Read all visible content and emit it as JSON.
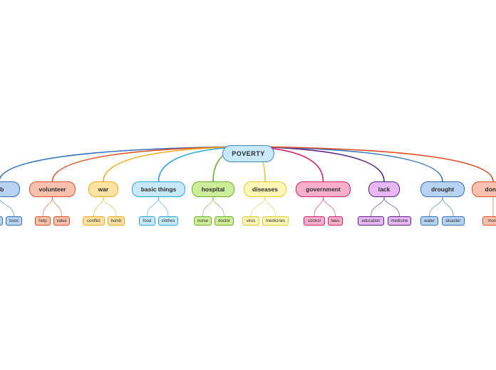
{
  "root": {
    "label": "POVERTY"
  },
  "branches": [
    {
      "label": "job",
      "color": "#2f6fbe",
      "fill": "#b8d2f3",
      "children": [
        {
          "label": ""
        },
        {
          "label": "boss"
        }
      ]
    },
    {
      "label": "volunteer",
      "color": "#e04e22",
      "fill": "#f8c1ae",
      "children": [
        {
          "label": "help"
        },
        {
          "label": "value"
        }
      ]
    },
    {
      "label": "war",
      "color": "#f0a919",
      "fill": "#fde2a3",
      "children": [
        {
          "label": "conflict"
        },
        {
          "label": "bomb"
        }
      ]
    },
    {
      "label": "basic things",
      "color": "#27a5d9",
      "fill": "#c7e8f8",
      "children": [
        {
          "label": "food"
        },
        {
          "label": "clothes"
        }
      ]
    },
    {
      "label": "hospital",
      "color": "#6cae2c",
      "fill": "#cdee99",
      "children": [
        {
          "label": "nurse"
        },
        {
          "label": "doctor"
        }
      ]
    },
    {
      "label": "diseases",
      "color": "#e3cc2a",
      "fill": "#fdf6b6",
      "children": [
        {
          "label": "virus"
        },
        {
          "label": "medicines"
        }
      ]
    },
    {
      "label": "government",
      "color": "#d81f6e",
      "fill": "#f8aecd",
      "children": [
        {
          "label": "control"
        },
        {
          "label": "laws"
        }
      ]
    },
    {
      "label": "lack",
      "color": "#5a2083",
      "fill": "#e7b7f4",
      "children": [
        {
          "label": "education"
        },
        {
          "label": "medicine"
        }
      ]
    },
    {
      "label": "drought",
      "color": "#2f6fbe",
      "fill": "#b8d2f3",
      "children": [
        {
          "label": "water"
        },
        {
          "label": "disaster"
        }
      ]
    },
    {
      "label": "donat",
      "color": "#e04e22",
      "fill": "#f8c1ae",
      "children": [
        {
          "label": "mone"
        }
      ]
    }
  ]
}
